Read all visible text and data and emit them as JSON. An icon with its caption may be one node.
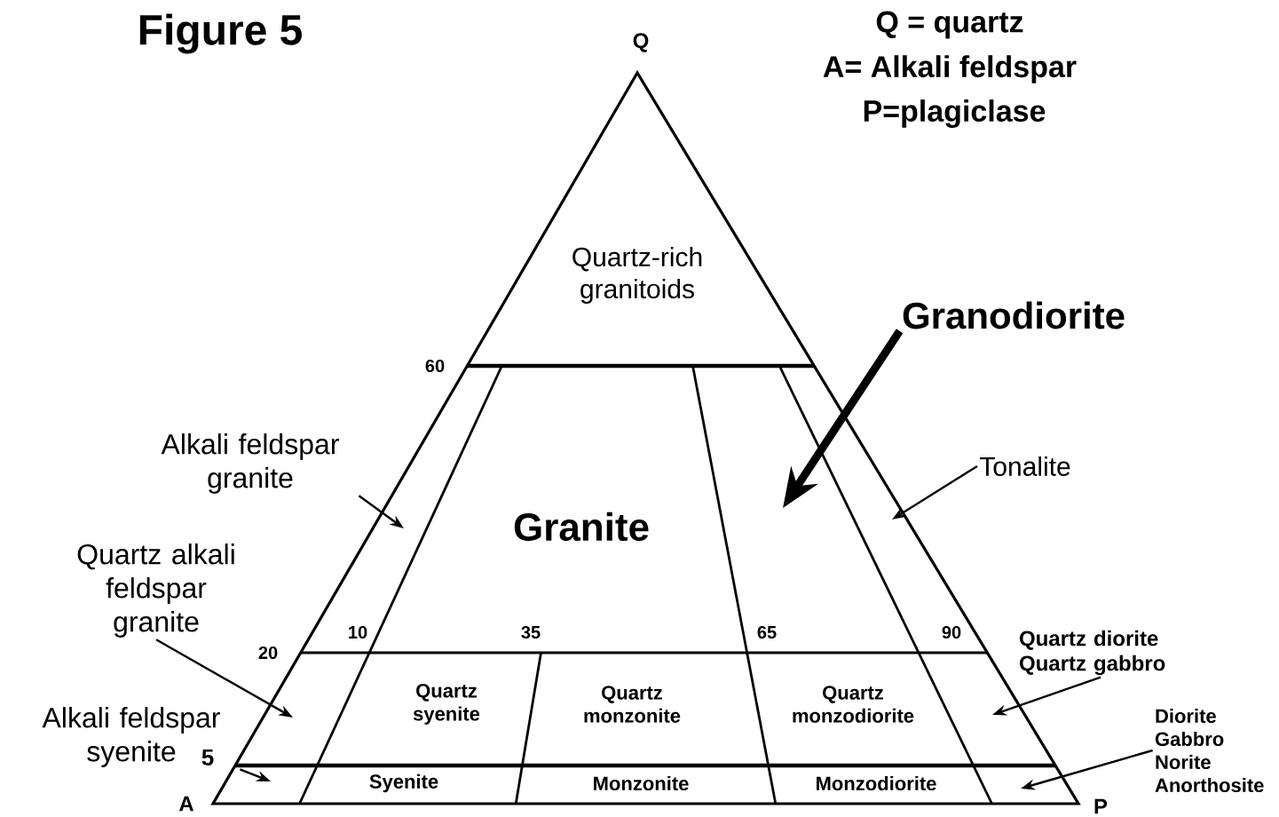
{
  "diagram": {
    "title": "Figure 5",
    "nodes": [
      {
        "text": [
          "Alkali feldspar granite"
        ]
      },
      {
        "text": [
          "Quartz alkali feldspar granite"
        ]
      },
      {
        "text": [
          "Alkali feldspar syenite"
        ]
      },
      {
        "text": [
          "Granodiorite"
        ]
      },
      {
        "text": [
          "Tonalite"
        ]
      },
      {
        "text": [
          "Quartz diorite Quartz gabbro"
        ]
      },
      {
        "text": [
          "Diorite Gabbro Norite Anorthosite"
        ]
      }
    ],
    "edges": [
      {
        "from": 0,
        "to": null,
        "arrow": "to"
      },
      {
        "from": 1,
        "to": null,
        "arrow": "to"
      },
      {
        "from": 2,
        "to": null,
        "arrow": "to"
      },
      {
        "from": 3,
        "to": null,
        "arrow": "to",
        "style": "thick"
      },
      {
        "from": 4,
        "to": null,
        "arrow": "to"
      },
      {
        "from": 5,
        "to": null,
        "arrow": "to"
      },
      {
        "from": 6,
        "to": null,
        "arrow": "to"
      }
    ],
    "labels": [
      "Q = quartz",
      "A= Alkali feldspar",
      "P=plagiclase",
      "Q",
      "Quartz-rich granitoids",
      "60",
      "Granite",
      "20",
      "10",
      "35",
      "65",
      "90",
      "Quartz syenite",
      "Quartz monzonite",
      "Quartz monzodiorite",
      "5",
      "Syenite",
      "Monzonite",
      "Monzodiorite",
      "A",
      "P"
    ]
  }
}
